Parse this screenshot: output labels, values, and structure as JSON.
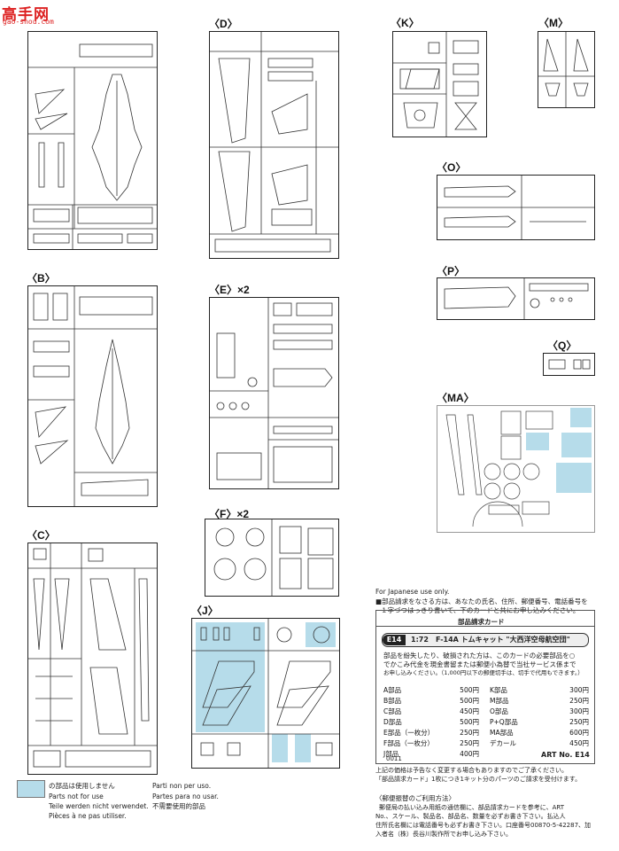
{
  "watermark": {
    "logo": "高手网",
    "url": "gao-shou.com"
  },
  "runners": [
    {
      "id": "A",
      "label": ""
    },
    {
      "id": "B",
      "label": "〈B〉"
    },
    {
      "id": "C",
      "label": "〈C〉"
    },
    {
      "id": "D",
      "label": "〈D〉"
    },
    {
      "id": "E",
      "label": "〈E〉×2"
    },
    {
      "id": "F",
      "label": "〈F〉×2"
    },
    {
      "id": "J",
      "label": "〈J〉"
    },
    {
      "id": "K",
      "label": "〈K〉"
    },
    {
      "id": "M",
      "label": "〈M〉"
    },
    {
      "id": "O",
      "label": "〈O〉"
    },
    {
      "id": "P",
      "label": "〈P〉"
    },
    {
      "id": "Q",
      "label": "〈Q〉"
    },
    {
      "id": "MA",
      "label": "〈MA〉"
    }
  ],
  "legend": {
    "lines": [
      "の部品は使用しません",
      "Parts not for use",
      "Teile werden nicht verwendet.",
      "Pièces à ne pas utiliser.",
      "Parti non per uso.",
      "Partes para no usar.",
      "不需要使用的部品"
    ],
    "swatch_color": "#b6dcea"
  },
  "order_card": {
    "japanese_only": "For Japanese use only.",
    "intro": [
      "■部品請求をなさる方は、あなたの氏名、住所、郵便番号、電話番号を",
      "１字づつはっきり書いて、下のカードと共にお申し込みください。"
    ],
    "title": "部品請求カード",
    "code": "E14",
    "scale": "1:72",
    "product": "F-14A トムキャット \"大西洋空母航空団\"",
    "body": [
      "部品を紛失したり、破損された方は、このカードの必要部品を○",
      "でかこみ代金を現金書留または郵便小為替で当社サービス係まで",
      "お申し込みください。（1,000円以下の郵便切手は、切手で代用もできます。）"
    ],
    "prices_left": [
      {
        "name": "A部品",
        "price": "500円"
      },
      {
        "name": "B部品",
        "price": "500円"
      },
      {
        "name": "C部品",
        "price": "450円"
      },
      {
        "name": "D部品",
        "price": "500円"
      },
      {
        "name": "E部品（一枚分）",
        "price": "250円"
      },
      {
        "name": "F部品（一枚分）",
        "price": "250円"
      },
      {
        "name": "J部品",
        "price": "400円"
      }
    ],
    "prices_right": [
      {
        "name": "K部品",
        "price": "300円"
      },
      {
        "name": "M部品",
        "price": "250円"
      },
      {
        "name": "O部品",
        "price": "300円"
      },
      {
        "name": "P+Q部品",
        "price": "250円"
      },
      {
        "name": "MA部品",
        "price": "600円"
      },
      {
        "name": "デカール",
        "price": "450円"
      }
    ],
    "art_no_label": "ART No.",
    "art_no": "E14",
    "serial": "0011",
    "note": [
      "上記の価格は予告なく変更する場合もありますのでご了承ください。",
      "「部品請求カード」1枚につき1キット分のパーツのご請求を受付けます。"
    ]
  },
  "postal": {
    "title": "〈郵便振替のご利用方法〉",
    "lines": [
      "郵便局の払い込み用紙の通信欄に、部品請求カードを参考に、ART",
      "No.、スケール、製品名、部品名、数量を必ずお書き下さい。払込人",
      "住所氏名欄には電話番号も必ずお書き下さい。口座番号00870-5-42287、加",
      "入者名（株）長谷川製作所でお申し込み下さい。"
    ]
  }
}
